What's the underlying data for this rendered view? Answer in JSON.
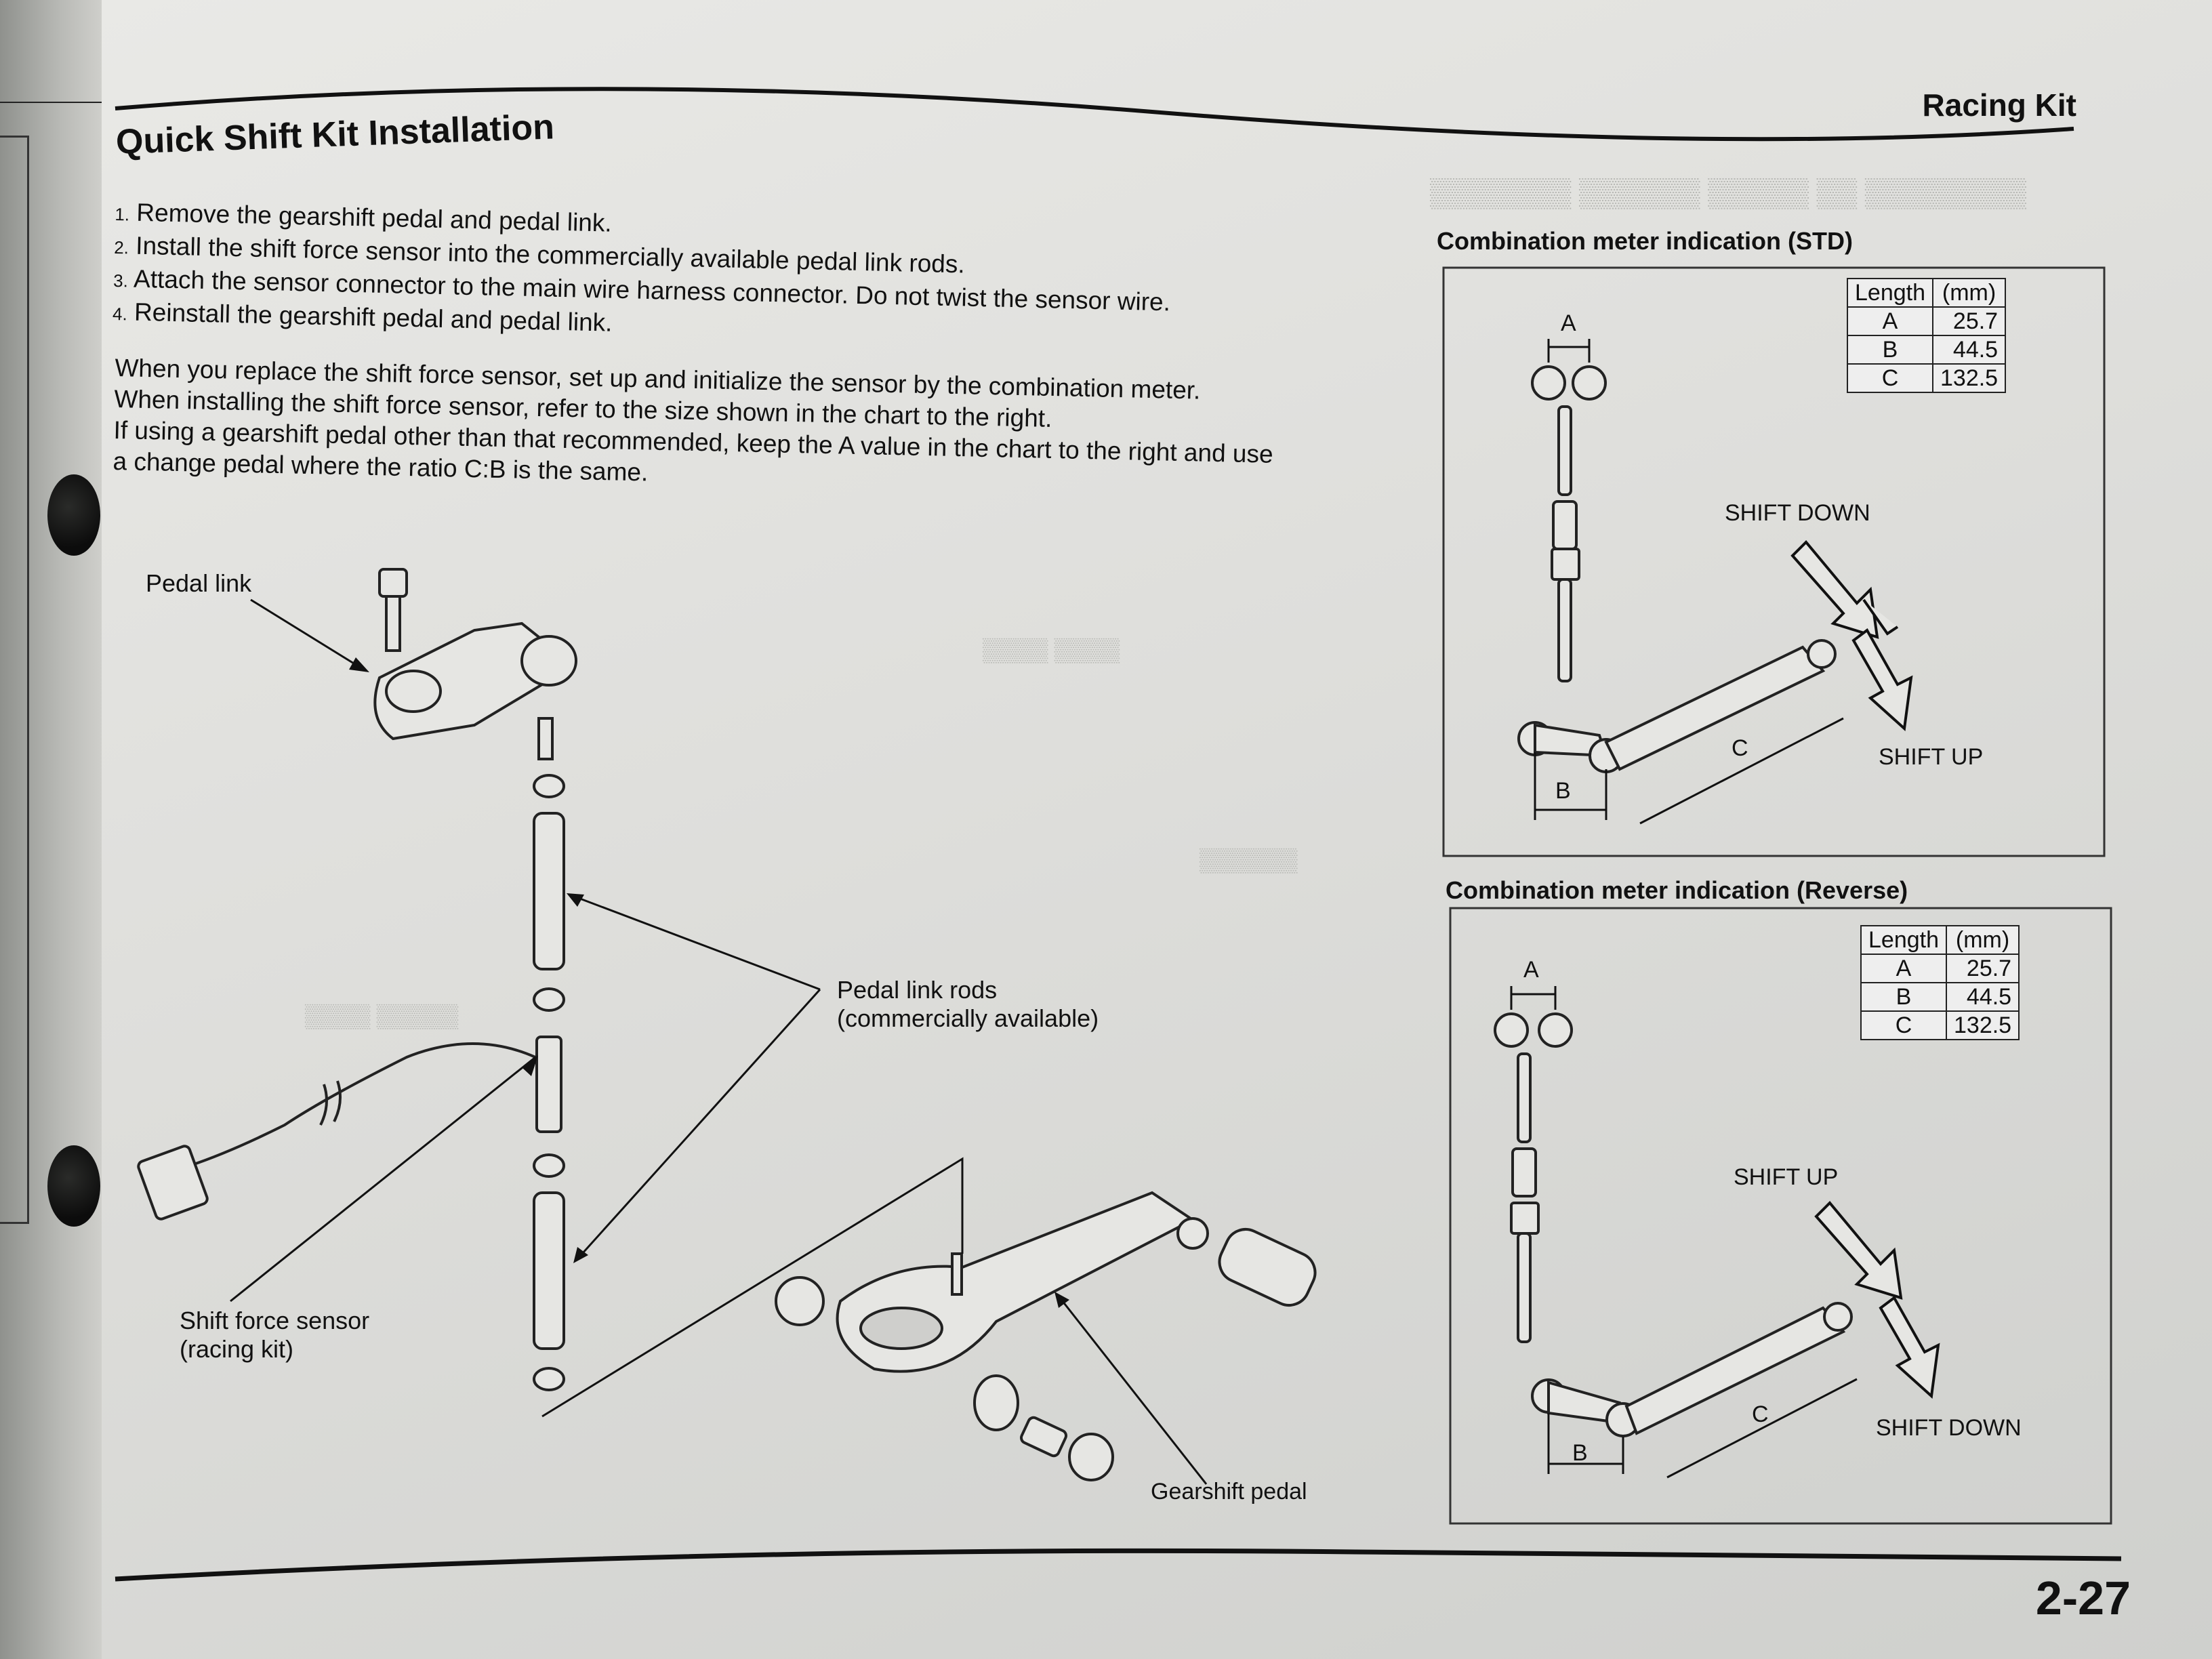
{
  "header": {
    "section": "Racing Kit"
  },
  "title": "Quick Shift Kit Installation",
  "steps": [
    {
      "num": "1.",
      "text": "Remove the gearshift pedal and pedal link."
    },
    {
      "num": "2.",
      "text": "Install the shift force sensor into the commercially available pedal link rods."
    },
    {
      "num": "3.",
      "text": "Attach the sensor connector to the main wire harness connector. Do not twist the sensor wire."
    },
    {
      "num": "4.",
      "text": "Reinstall the gearshift pedal and pedal link."
    }
  ],
  "notes": [
    "When you replace the shift force sensor, set up and initialize the sensor by the combination meter.",
    "When installing the shift force sensor, refer to the size shown in the chart to the right.",
    "If using a gearshift pedal other than that recommended, keep the A value in the chart to the right and use",
    "a change pedal where the ratio C:B is the same."
  ],
  "callouts": {
    "pedal_link": "Pedal link",
    "pedal_link_rods_1": "Pedal link rods",
    "pedal_link_rods_2": "(commercially available)",
    "shift_force_sensor_1": "Shift force sensor",
    "shift_force_sensor_2": "(racing kit)",
    "gearshift_pedal": "Gearshift pedal"
  },
  "std_panel": {
    "title": "Combination meter indication (STD)",
    "table_headers": [
      "Length",
      "(mm)"
    ],
    "rows": [
      {
        "k": "A",
        "v": "25.7"
      },
      {
        "k": "B",
        "v": "44.5"
      },
      {
        "k": "C",
        "v": "132.5"
      }
    ],
    "label_a": "A",
    "label_b": "B",
    "label_c": "C",
    "shift_top": "SHIFT DOWN",
    "shift_bottom": "SHIFT UP"
  },
  "rev_panel": {
    "title": "Combination meter indication (Reverse)",
    "table_headers": [
      "Length",
      "(mm)"
    ],
    "rows": [
      {
        "k": "A",
        "v": "25.7"
      },
      {
        "k": "B",
        "v": "44.5"
      },
      {
        "k": "C",
        "v": "132.5"
      }
    ],
    "label_a": "A",
    "label_b": "B",
    "label_c": "C",
    "shift_top": "SHIFT UP",
    "shift_bottom": "SHIFT DOWN"
  },
  "page_number": "2-27",
  "colors": {
    "paper": "#e3e3e0",
    "ink": "#111111",
    "ghost_text": "#b8b9b5"
  }
}
